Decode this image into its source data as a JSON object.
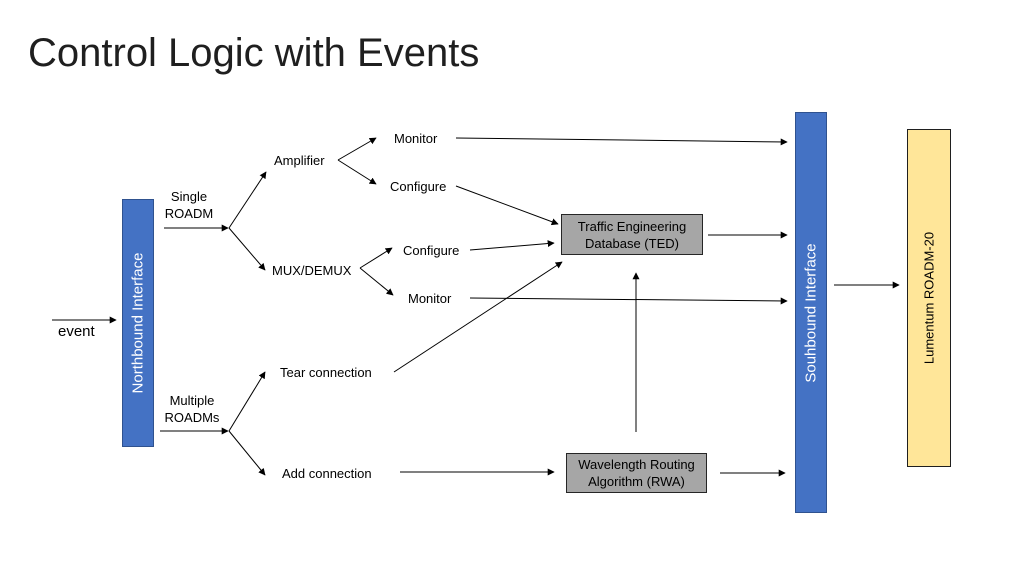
{
  "title": "Control Logic with Events",
  "colors": {
    "interface_bar": "#4472c4",
    "device_bar": "#ffe699",
    "process_box": "#a6a6a6"
  },
  "nodes": {
    "event": "event",
    "northbound": "Northbound Interface",
    "single_roadm": [
      "Single",
      "ROADM"
    ],
    "multiple_roadms": [
      "Multiple",
      "ROADMs"
    ],
    "amplifier": "Amplifier",
    "mux_demux": "MUX/DEMUX",
    "amp_monitor": "Monitor",
    "amp_configure": "Configure",
    "mux_configure": "Configure",
    "mux_monitor": "Monitor",
    "tear_connection": "Tear connection",
    "add_connection": "Add connection",
    "ted": [
      "Traffic Engineering",
      "Database (TED)"
    ],
    "rwa": [
      "Wavelength Routing",
      "Algorithm (RWA)"
    ],
    "southbound": "Souhbound Interface",
    "device": "Lumentum ROADM-20"
  }
}
